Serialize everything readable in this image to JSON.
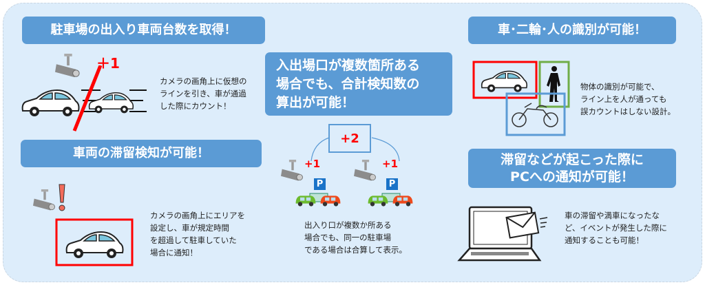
{
  "sections": {
    "count": {
      "title": "駐車場の出入り車両台数を取得！",
      "badge": "＋1",
      "desc": "カメラの画角上に仮想の\nラインを引き、車が通過\nした際にカウント！"
    },
    "dwell": {
      "title": "車両の滞留検知が可能！",
      "desc": "カメラの画角上にエリアを\n設定し、車が規定時間\nを超過して駐車していた\n場合に通知！"
    },
    "multi": {
      "title": "入出場口が複数箇所ある\n場合でも、合計検知数の\n算出が可能！",
      "total": "+2",
      "left": "+1",
      "right": "+1",
      "parking_sign": "P",
      "desc": "出入り口が複数か所ある\n場合でも、同一の駐車場\nである場合は合算して表示。"
    },
    "identify": {
      "title": "車･二輪･人の識別が可能！",
      "desc": "物体の識別が可能で、\nライン上を人が通っても\n誤カウントはしない設計。"
    },
    "notify": {
      "title": "滞留などが起こった際に\nPCへの通知が可能！",
      "desc": "車の滞留や満車になったな\nど、イベントが発生した際に\n通知することも可能！"
    }
  },
  "colors": {
    "header": "#5b9bd5",
    "background": "#ddedfb",
    "alert": "#ff0000",
    "person_box": "#70ad47",
    "bike_box": "#5b9bd5"
  }
}
